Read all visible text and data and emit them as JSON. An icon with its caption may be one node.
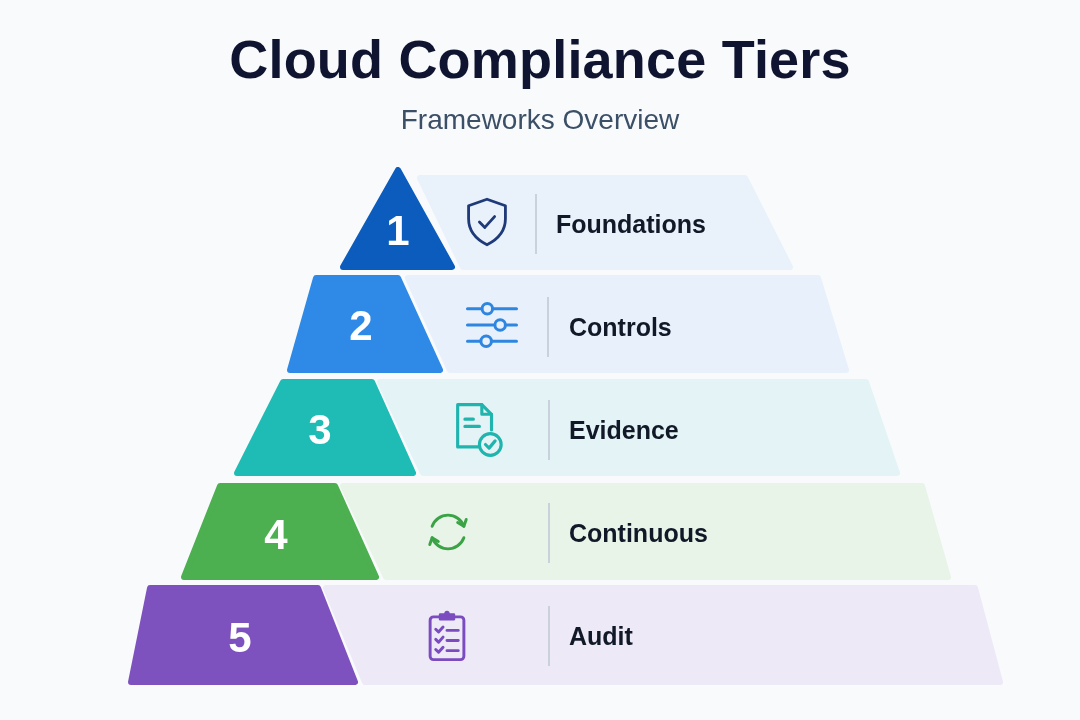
{
  "diagram": {
    "title": "Cloud Compliance Tiers",
    "nodes": [
      {
        "text": [
          "1"
        ]
      },
      {
        "text": [
          "Foundations"
        ]
      },
      {
        "text": [
          "2"
        ]
      },
      {
        "text": [
          "Controls"
        ]
      },
      {
        "text": [
          "3"
        ]
      },
      {
        "text": [
          "Evidence"
        ]
      },
      {
        "text": [
          "4"
        ]
      },
      {
        "text": [
          "Continuous"
        ]
      },
      {
        "text": [
          "5"
        ]
      },
      {
        "text": [
          "Audit"
        ]
      }
    ],
    "labels": [
      "Frameworks Overview"
    ]
  }
}
